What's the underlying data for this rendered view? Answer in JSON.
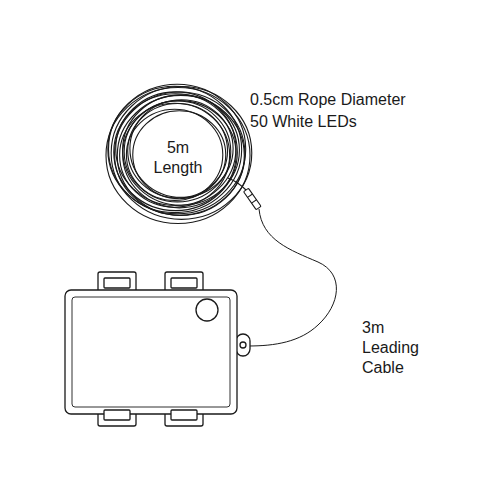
{
  "diagram": {
    "labels": [
      "0.5cm Rope Diameter",
      "50 White LEDs",
      "5m Length",
      "3m Leading Cable"
    ]
  }
}
